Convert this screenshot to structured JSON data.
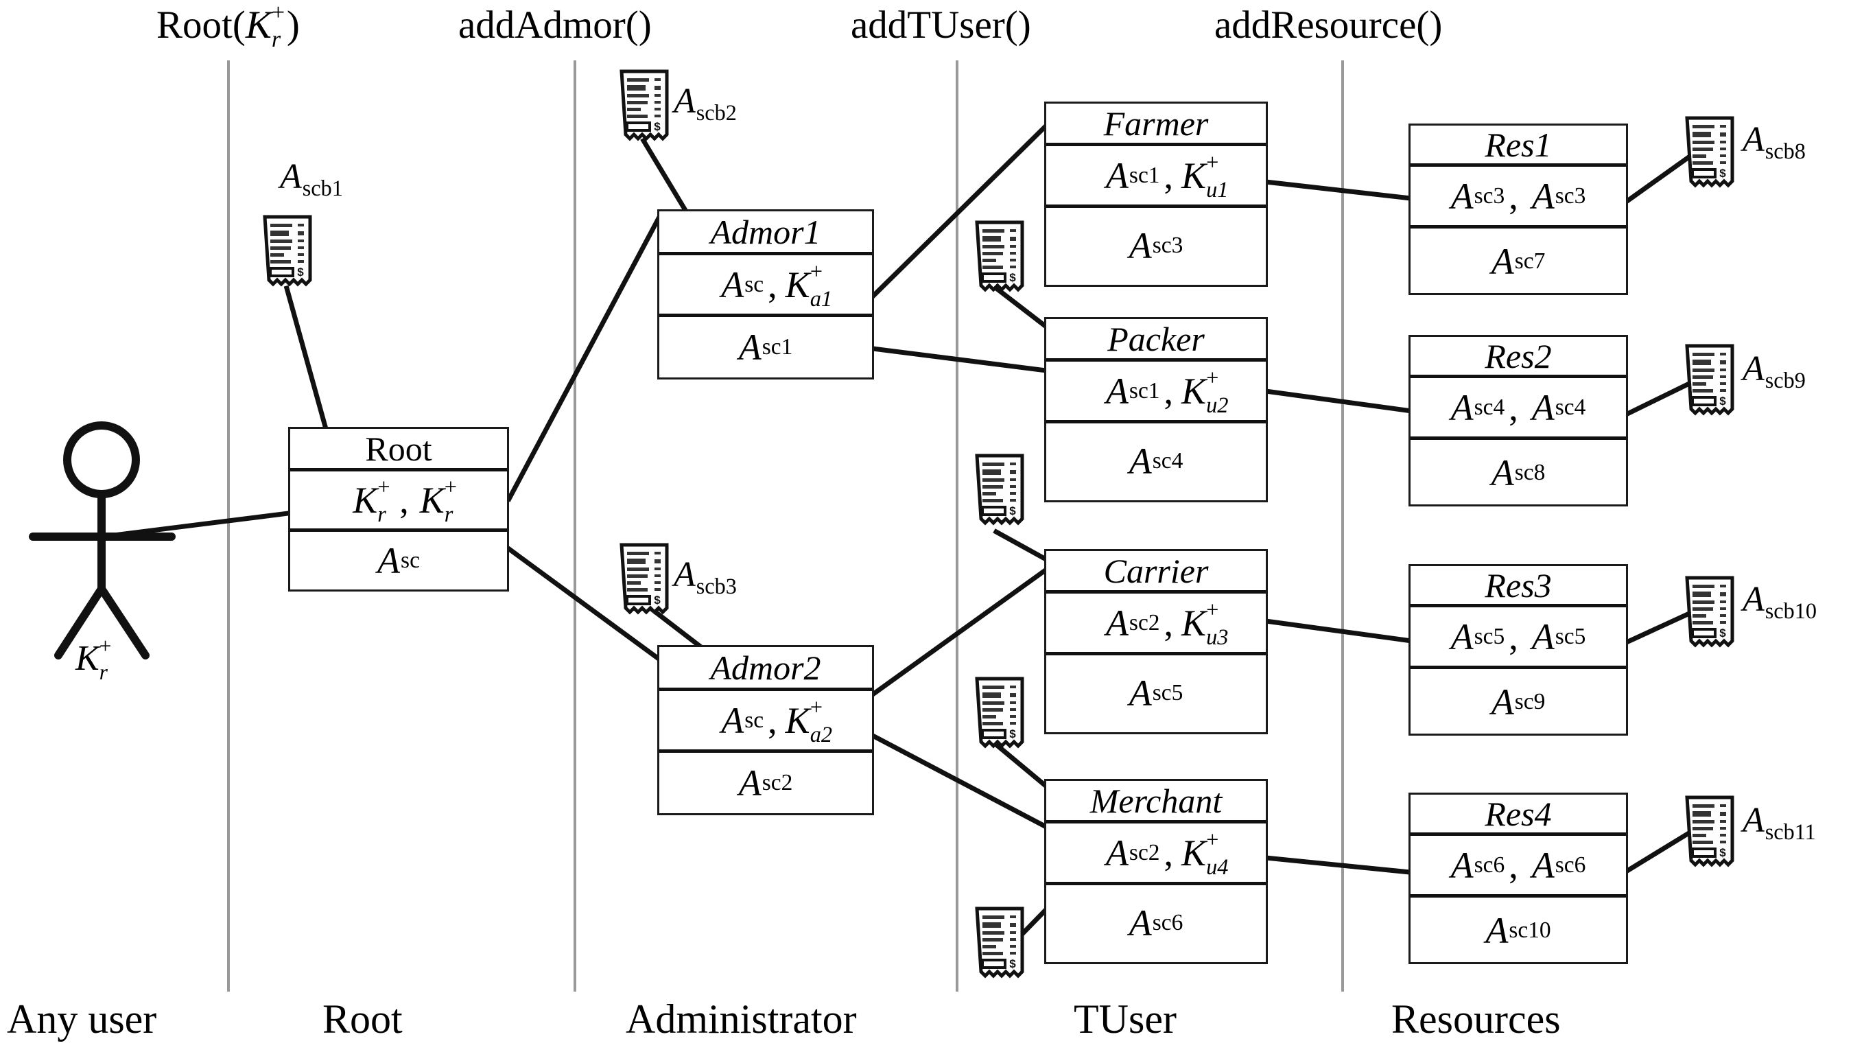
{
  "diagram": {
    "title": "Role hierarchy smart-contract deployment diagram",
    "columns": [
      {
        "id": "anyuser",
        "top_label": "",
        "foot_label": "Any user"
      },
      {
        "id": "root",
        "top_label": "Root(K r +)",
        "foot_label": "Root"
      },
      {
        "id": "admin",
        "top_label": "addAdmor()",
        "foot_label": "Administrator"
      },
      {
        "id": "tuser",
        "top_label": "addTUser()",
        "foot_label": "TUser"
      },
      {
        "id": "resource",
        "top_label": "addResource()",
        "foot_label": "Resources"
      }
    ],
    "top_labels": {
      "root_call_prefix": "Root(",
      "root_call_key": "K",
      "root_call_key_sub": "r",
      "root_call_key_sup": "+",
      "root_call_suffix": ")",
      "add_admor": "addAdmor()",
      "add_tuser": "addTUser()",
      "add_resource": "addResource()"
    },
    "foot_labels": {
      "any_user": "Any user",
      "root": "Root",
      "administrator": "Administrator",
      "tuser": "TUser",
      "resources": "Resources"
    },
    "actor": {
      "name": "any-user-actor",
      "key": "K",
      "key_sub": "r",
      "key_sup": "+"
    },
    "boxes": [
      {
        "id": "root",
        "title": "Root",
        "title_style": "upright",
        "row2": [
          {
            "base": "K",
            "sub": "r",
            "sup": "+",
            "italic": true
          },
          {
            "base": "K",
            "sub": "r",
            "sup": "+",
            "italic": true
          }
        ],
        "row3": {
          "base": "A",
          "sub": "sc"
        }
      },
      {
        "id": "admor1",
        "title": "Admor1",
        "title_style": "italic",
        "row2": [
          {
            "base": "A",
            "sub": "sc",
            "sup": "",
            "italic": true
          },
          {
            "base": "K",
            "sub": "a1",
            "sup": "+",
            "italic": true
          }
        ],
        "row3": {
          "base": "A",
          "sub": "sc1"
        }
      },
      {
        "id": "admor2",
        "title": "Admor2",
        "title_style": "italic",
        "row2": [
          {
            "base": "A",
            "sub": "sc",
            "sup": "",
            "italic": true
          },
          {
            "base": "K",
            "sub": "a2",
            "sup": "+",
            "italic": true
          }
        ],
        "row3": {
          "base": "A",
          "sub": "sc2"
        }
      },
      {
        "id": "farmer",
        "title": "Farmer",
        "title_style": "italic",
        "row2": [
          {
            "base": "A",
            "sub": "sc1",
            "sup": "",
            "italic": true
          },
          {
            "base": "K",
            "sub": "u1",
            "sup": "+",
            "italic": true
          }
        ],
        "row3": {
          "base": "A",
          "sub": "sc3"
        }
      },
      {
        "id": "packer",
        "title": "Packer",
        "title_style": "italic",
        "row2": [
          {
            "base": "A",
            "sub": "sc1",
            "sup": "",
            "italic": true
          },
          {
            "base": "K",
            "sub": "u2",
            "sup": "+",
            "italic": true
          }
        ],
        "row3": {
          "base": "A",
          "sub": "sc4"
        }
      },
      {
        "id": "carrier",
        "title": "Carrier",
        "title_style": "italic",
        "row2": [
          {
            "base": "A",
            "sub": "sc2",
            "sup": "",
            "italic": true
          },
          {
            "base": "K",
            "sub": "u3",
            "sup": "+",
            "italic": true
          }
        ],
        "row3": {
          "base": "A",
          "sub": "sc5"
        }
      },
      {
        "id": "merchant",
        "title": "Merchant",
        "title_style": "italic",
        "row2": [
          {
            "base": "A",
            "sub": "sc2",
            "sup": "",
            "italic": true
          },
          {
            "base": "K",
            "sub": "u4",
            "sup": "+",
            "italic": true
          }
        ],
        "row3": {
          "base": "A",
          "sub": "sc6"
        }
      },
      {
        "id": "res1",
        "title": "Res1",
        "title_style": "italic",
        "row2": [
          {
            "base": "A",
            "sub": "sc3",
            "sup": "",
            "italic": true
          },
          {
            "base": "A",
            "sub": "sc3",
            "sup": "",
            "italic": true
          }
        ],
        "row3": {
          "base": "A",
          "sub": "sc7"
        }
      },
      {
        "id": "res2",
        "title": "Res2",
        "title_style": "italic",
        "row2": [
          {
            "base": "A",
            "sub": "sc4",
            "sup": "",
            "italic": true
          },
          {
            "base": "A",
            "sub": "sc4",
            "sup": "",
            "italic": true
          }
        ],
        "row3": {
          "base": "A",
          "sub": "sc8"
        }
      },
      {
        "id": "res3",
        "title": "Res3",
        "title_style": "italic",
        "row2": [
          {
            "base": "A",
            "sub": "sc5",
            "sup": "",
            "italic": true
          },
          {
            "base": "A",
            "sub": "sc5",
            "sup": "",
            "italic": true
          }
        ],
        "row3": {
          "base": "A",
          "sub": "sc9"
        }
      },
      {
        "id": "res4",
        "title": "Res4",
        "title_style": "italic",
        "row2": [
          {
            "base": "A",
            "sub": "sc6",
            "sup": "",
            "italic": true
          },
          {
            "base": "A",
            "sub": "sc6",
            "sup": "",
            "italic": true
          }
        ],
        "row3": {
          "base": "A",
          "sub": "sc10"
        }
      }
    ],
    "smart_contract_bytecodes": [
      {
        "id": "scb1",
        "base": "A",
        "sub": "scb1"
      },
      {
        "id": "scb2",
        "base": "A",
        "sub": "scb2"
      },
      {
        "id": "scb3",
        "base": "A",
        "sub": "scb3"
      },
      {
        "id": "scb4",
        "base": "A",
        "sub": ""
      },
      {
        "id": "scb5",
        "base": "A",
        "sub": ""
      },
      {
        "id": "scb6",
        "base": "A",
        "sub": ""
      },
      {
        "id": "scb7",
        "base": "A",
        "sub": ""
      },
      {
        "id": "scb8",
        "base": "A",
        "sub": "scb8"
      },
      {
        "id": "scb9",
        "base": "A",
        "sub": "scb9"
      },
      {
        "id": "scb10",
        "base": "A",
        "sub": "scb10"
      },
      {
        "id": "scb11",
        "base": "A",
        "sub": "scb11"
      }
    ],
    "colors": {
      "stroke": "#111111",
      "separator": "#999999",
      "background": "#ffffff"
    }
  }
}
